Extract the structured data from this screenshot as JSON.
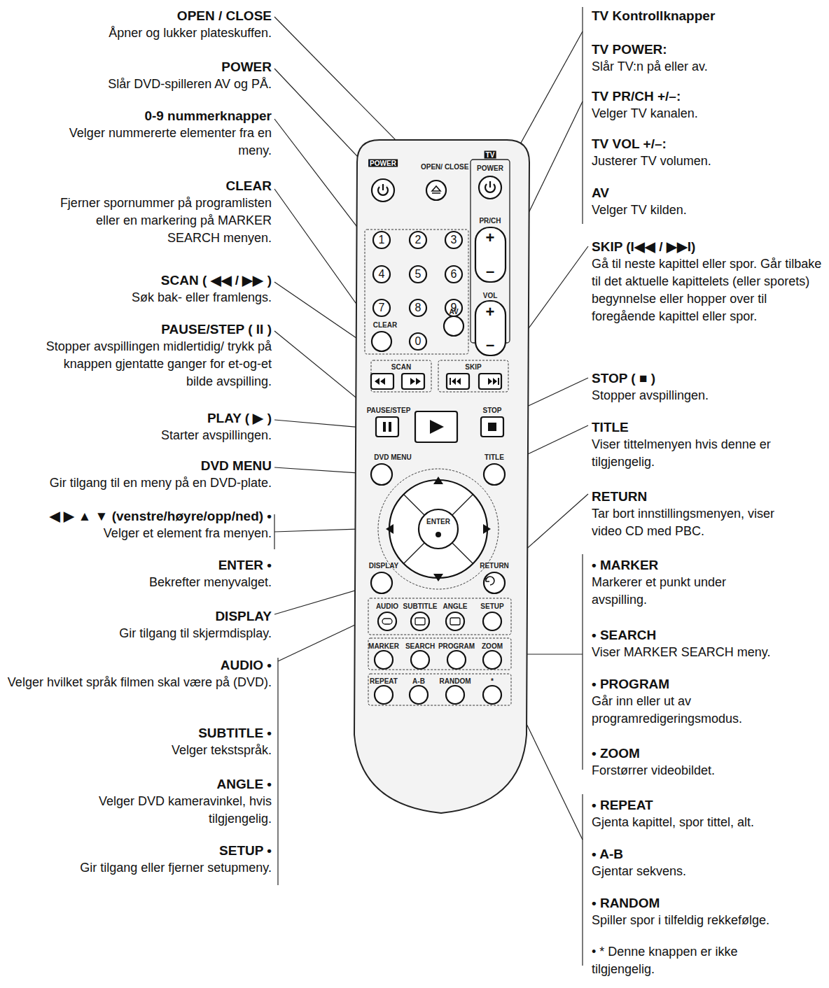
{
  "diagram": {
    "labels": [
      "OPEN / CLOSE",
      "Åpner og lukker plateskuffen.",
      "POWER",
      "Slår DVD-spilleren AV og PÅ.",
      "0-9 nummerknapper",
      "Velger nummererte elementer fra en meny.",
      "CLEAR",
      "Fjerner spornummer på programlisten eller en markering på MARKER SEARCH menyen.",
      "SCAN ( ◀◀ / ▶▶ )",
      "Søk bak- eller framlengs.",
      "PAUSE/STEP ( II )",
      "Stopper avspillingen midlertidig/ trykk på knappen gjentatte ganger for et-og-et bilde avspilling.",
      "PLAY ( ▶ )",
      "Starter avspillingen.",
      "DVD MENU",
      "Gir tilgang til en meny på en DVD-plate.",
      "◀ ▶ ▲ ▼ (venstre/høyre/opp/ned) •",
      "Velger et element fra menyen.",
      "ENTER •",
      "Bekrefter menyvalget.",
      "DISPLAY",
      "Gir tilgang til skjermdisplay.",
      "AUDIO •",
      "Velger hvilket språk filmen skal være på (DVD).",
      "SUBTITLE •",
      "Velger tekstspråk.",
      "ANGLE •",
      "Velger DVD kameravinkel, hvis tilgjengelig.",
      "SETUP •",
      "Gir tilgang eller fjerner setupmeny.",
      "TV Kontrollknapper",
      "TV POWER:",
      "Slår TV:n på eller av.",
      "TV PR/CH +/–:",
      "Velger TV kanalen.",
      "TV VOL +/–:",
      "Justerer TV volumen.",
      "AV",
      "Velger TV kilden.",
      "SKIP (I◀◀ / ▶▶I)",
      "Gå til neste kapittel eller spor. Går tilbake til det aktuelle kapittelets (eller sporets) begynnelse eller hopper over til foregående kapittel eller spor.",
      "STOP ( ■ )",
      "Stopper avspillingen.",
      "TITLE",
      "Viser tittelmenyen hvis denne er tilgjengelig.",
      "RETURN",
      "Tar bort innstillingsmenyen, viser video CD med PBC.",
      "• MARKER",
      "Markerer et punkt under avspilling.",
      "• SEARCH",
      "Viser MARKER SEARCH meny.",
      "• PROGRAM",
      "Går inn eller ut av programredigeringsmodus.",
      "• ZOOM",
      "Forstørrer videobildet.",
      "• REPEAT",
      "Gjenta kapittel, spor tittel, alt.",
      "• A-B",
      "Gjentar sekvens.",
      "• RANDOM",
      "Spiller spor i tilfeldig rekkefølge.",
      "• * Denne knappen er ikke tilgjengelig.",
      "POWER",
      "OPEN/ CLOSE",
      "TV",
      "POWER",
      "PR/CH",
      "+",
      "–",
      "VOL",
      "+",
      "–",
      "1",
      "2",
      "3",
      "4",
      "5",
      "6",
      "7",
      "8",
      "9",
      "CLEAR",
      "0",
      "AV",
      "SCAN",
      "SKIP",
      "PAUSE/STEP",
      "STOP",
      "DVD MENU",
      "TITLE",
      "ENTER",
      "DISPLAY",
      "RETURN",
      "AUDIO",
      "SUBTITLE",
      "ANGLE",
      "SETUP",
      "MARKER",
      "SEARCH",
      "PROGRAM",
      "ZOOM",
      "REPEAT",
      "A-B",
      "RANDOM",
      "*"
    ]
  }
}
